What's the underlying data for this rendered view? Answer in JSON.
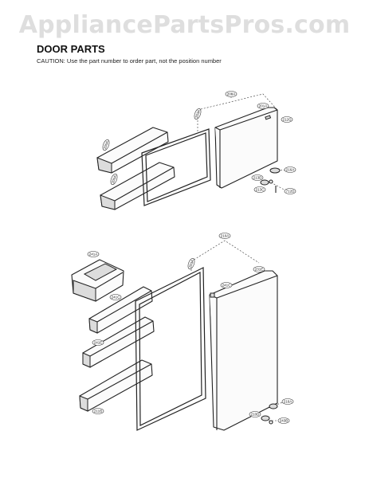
{
  "watermark": "AppliancePartsPros.com",
  "title": "DOOR PARTS",
  "caution": "CAUTION: Use the part number to order part, not the position number",
  "callouts": {
    "c208A": "208A",
    "c201A": "201A",
    "c203A": "203A",
    "c212G": "212G",
    "c205A_top": "205A",
    "c205A_bottom": "205A",
    "c216A_top": "216A",
    "c213D": "213D",
    "c213C": "213C",
    "c712D": "712D",
    "c210A": "210A",
    "c241A": "241A",
    "c203A_lower": "203A",
    "c231E": "231E",
    "c241C_top": "241C",
    "c241C_right": "241C",
    "c241E": "241E",
    "c211B": "211B",
    "c216A_bottom": "216A",
    "c210D": "210D",
    "c243B": "243B"
  }
}
